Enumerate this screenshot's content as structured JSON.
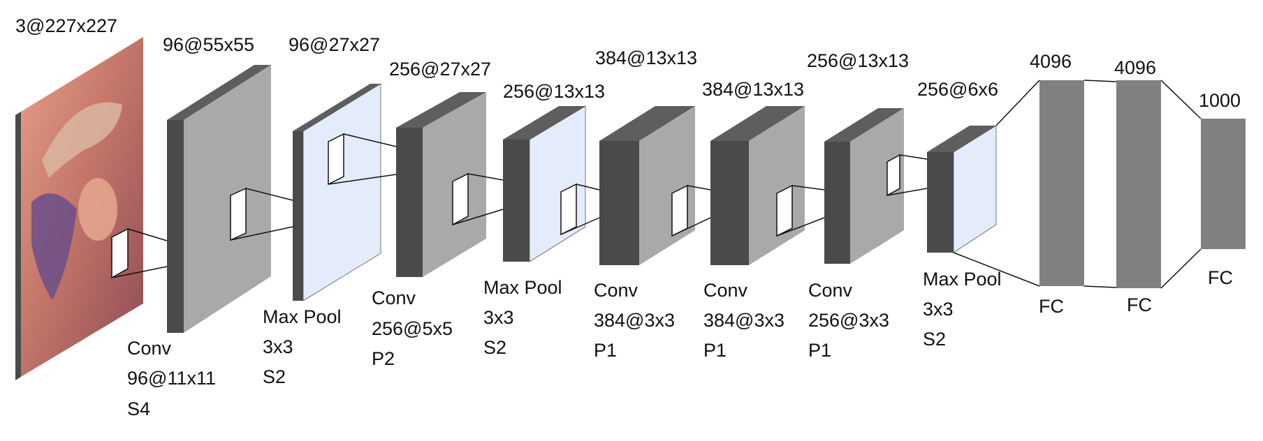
{
  "colors": {
    "face_gray": "#a9a9a9",
    "dark_gray": "#4a4a4a",
    "pool_face": "#e4ecfb",
    "fc_gray": "#808080",
    "image_bg": "#c47e6c"
  },
  "input": {
    "dim_label": "3@227x227"
  },
  "layers": [
    {
      "id": "conv1",
      "dim_label": "96@55x55",
      "op_lines": [
        "Conv",
        "96@11x11",
        "S4"
      ]
    },
    {
      "id": "pool1",
      "dim_label": "96@27x27",
      "op_lines": [
        "Max Pool",
        "3x3",
        "S2"
      ]
    },
    {
      "id": "conv2",
      "dim_label": "256@27x27",
      "op_lines": [
        "Conv",
        "256@5x5",
        "P2"
      ]
    },
    {
      "id": "pool2",
      "dim_label": "256@13x13",
      "op_lines": [
        "Max Pool",
        "3x3",
        "S2"
      ]
    },
    {
      "id": "conv3",
      "dim_label": "384@13x13",
      "op_lines": [
        "Conv",
        "384@3x3",
        "P1"
      ]
    },
    {
      "id": "conv4",
      "dim_label": "384@13x13",
      "op_lines": [
        "Conv",
        "384@3x3",
        "P1"
      ]
    },
    {
      "id": "conv5",
      "dim_label": "256@13x13",
      "op_lines": [
        "Conv",
        "256@3x3",
        "P1"
      ]
    },
    {
      "id": "pool3",
      "dim_label": "256@6x6",
      "op_lines": [
        "Max Pool",
        "3x3",
        "S2"
      ]
    }
  ],
  "fc_layers": [
    {
      "id": "fc1",
      "dim_label": "4096",
      "op_label": "FC"
    },
    {
      "id": "fc2",
      "dim_label": "4096",
      "op_label": "FC"
    },
    {
      "id": "fc3",
      "dim_label": "1000",
      "op_label": "FC"
    }
  ]
}
